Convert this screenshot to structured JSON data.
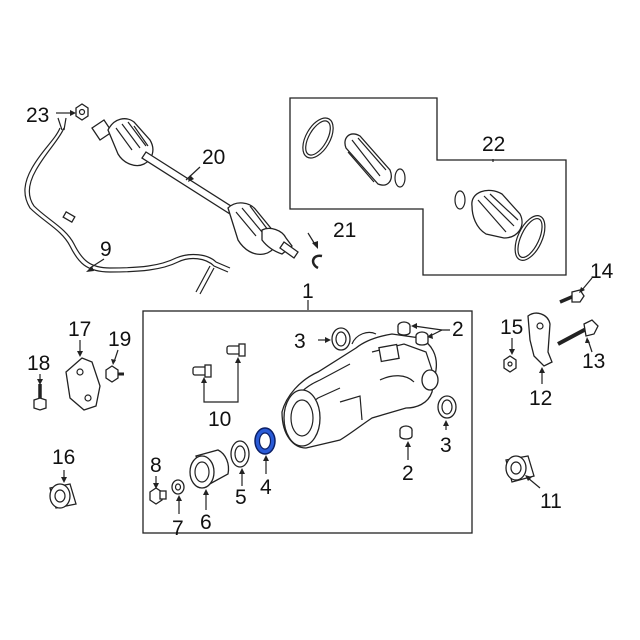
{
  "callouts": {
    "n1": "1",
    "n2a": "2",
    "n2b": "2",
    "n3a": "3",
    "n3b": "3",
    "n4": "4",
    "n5": "5",
    "n6": "6",
    "n7": "7",
    "n8": "8",
    "n9": "9",
    "n10": "10",
    "n11": "11",
    "n12": "12",
    "n13": "13",
    "n14": "14",
    "n15": "15",
    "n16": "16",
    "n17": "17",
    "n18": "18",
    "n19": "19",
    "n20": "20",
    "n21": "21",
    "n22": "22",
    "n23": "23"
  },
  "colors": {
    "line": "#222222",
    "highlight": "#2a5bd7",
    "background": "#ffffff"
  },
  "highlighted_part": "4"
}
